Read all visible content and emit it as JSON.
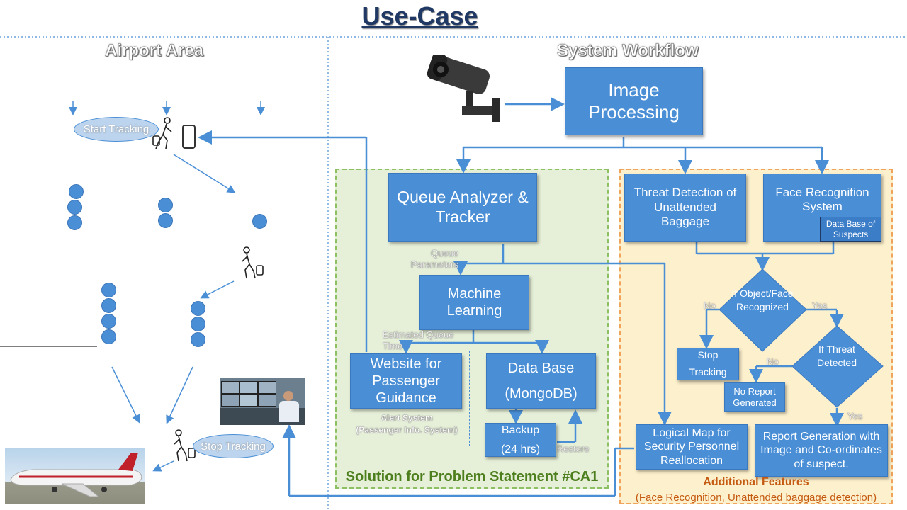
{
  "title": "Use-Case",
  "sections": {
    "left_header": "Airport Area",
    "right_header": "System Workflow"
  },
  "nodes": {
    "image_processing": "Image Processing",
    "queue_analyzer": "Queue Analyzer & Tracker",
    "machine_learning": "Machine Learning",
    "website": "Website for Passenger Guidance",
    "database": "Data Base",
    "database_sub": "(MongoDB)",
    "backup": "Backup",
    "backup_sub": "(24 hrs)",
    "threat_detection": "Threat  Detection of Unattended Baggage",
    "face_recognition": "Face Recognition System",
    "suspect_db": "Data Base of Suspects",
    "if_recognized": "If Object/Face Recognized",
    "if_threat": "If Threat Detected",
    "stop_tracking_box": "Stop Tracking",
    "no_report": "No Report Generated",
    "logical_map": "Logical Map for Security Personnel Reallocation",
    "report_generation": "Report Generation with Image and Co-ordinates of suspect."
  },
  "labels": {
    "queue_parameters": "Queue Parameters",
    "estimated_queue_time": "Estimated Queue Time",
    "alert_system": "Alert System",
    "passenger_info": "(Passenger Info. System)",
    "restore": "Restore",
    "no_left": "No",
    "yes_top": "Yes",
    "no_mid": "No",
    "yes_bottom": "Yes",
    "start_tracking": "Start Tracking",
    "stop_tracking": "Stop Tracking"
  },
  "zones": {
    "solution": "Solution for Problem Statement #CA1",
    "additional": "Additional  Features",
    "additional_sub": "(Face Recognition, Unattended baggage detection)"
  },
  "colors": {
    "box_blue": "#4a8fd6",
    "green_zone": "#e6f0d8",
    "orange_zone": "#fdf0cc",
    "title_navy": "#1f3864",
    "green_text": "#4e7f1e",
    "orange_text": "#c55a11"
  },
  "icons": [
    "cctv-camera-icon",
    "traveler-icon",
    "smartphone-icon",
    "control-room-photo",
    "airplane-photo"
  ]
}
